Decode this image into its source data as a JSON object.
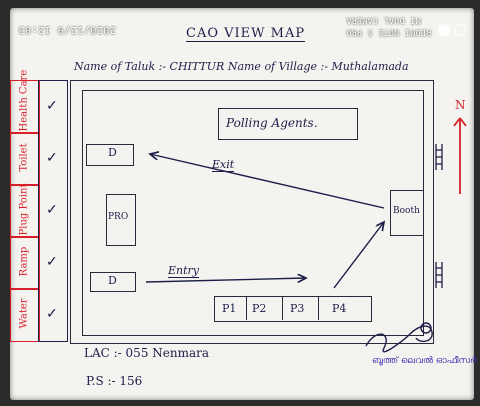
{
  "camera": {
    "timestamp": "2020/12/9 12:03",
    "device_line1": "MI DUAL CAMERA",
    "device_line2": "REDMI NOTE 5 PRO"
  },
  "sheet": {
    "title": "CAO VIEW MAP",
    "header": "Name of Taluk :- CHITTUR   Name of Village :- Muthalamada",
    "footer_lac": "LAC :- 055 Nenmara",
    "footer_ps": "P.S :- 156",
    "signature_note": "ബൂത്ത് ലെവൽ ഓഫീസർ"
  },
  "map": {
    "polling_agents": "Polling Agents.",
    "pro": "PRO",
    "booth": "Booth",
    "exit_label": "Exit",
    "entry_label": "Entry",
    "door_top": "D",
    "door_bottom": "D",
    "positions": [
      "P1",
      "P2",
      "P3",
      "P4"
    ],
    "north": "N"
  },
  "legend": {
    "items": [
      {
        "label": "Health Care",
        "mark": "✓"
      },
      {
        "label": "Toilet",
        "mark": "✓"
      },
      {
        "label": "Plug Point",
        "mark": "✓"
      },
      {
        "label": "Ramp",
        "mark": "✓"
      },
      {
        "label": "Water",
        "mark": "✓"
      }
    ]
  },
  "colors": {
    "ink": "#1d1f4a",
    "red_ink": "#d61f2a",
    "paper": "#f4f3ef"
  }
}
